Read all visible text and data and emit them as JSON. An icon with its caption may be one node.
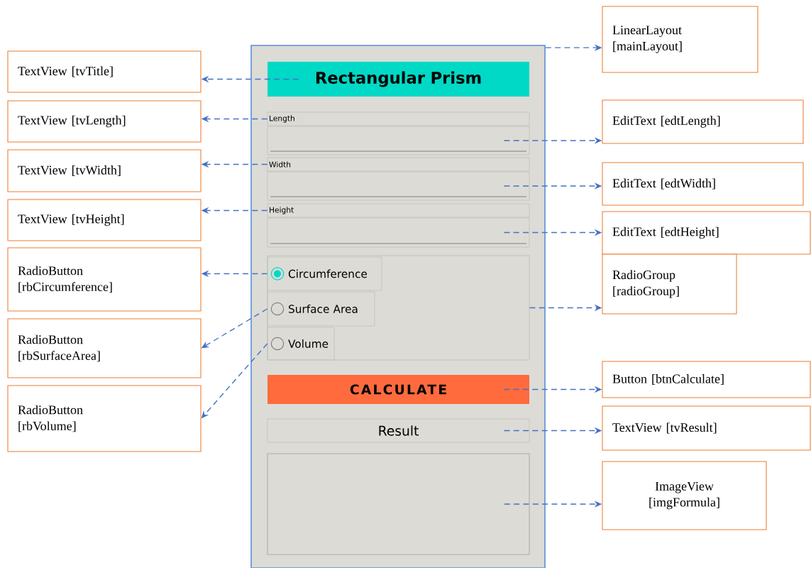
{
  "diagram": {
    "nodes": [
      {
        "text": [],
        "shape": "box"
      },
      {
        "text": [
          "Rectangular Prism"
        ],
        "in": 0
      },
      {
        "text": [
          "Length"
        ],
        "in": 0
      },
      {
        "text": [],
        "shape": "box",
        "in": 0
      },
      {
        "text": [
          "Width"
        ],
        "in": 0
      },
      {
        "text": [],
        "shape": "box",
        "in": 0
      },
      {
        "text": [
          "Height"
        ],
        "in": 0
      },
      {
        "text": [],
        "shape": "box",
        "in": 0
      },
      {
        "text": [],
        "shape": "box",
        "in": 0
      },
      {
        "text": [
          "Circumference"
        ],
        "in": 8
      },
      {
        "text": [
          "Surface Area"
        ],
        "in": 8
      },
      {
        "text": [
          "Volume"
        ],
        "in": 8
      },
      {
        "text": [
          "CALCULATE"
        ],
        "in": 0
      },
      {
        "text": [
          "Result"
        ],
        "in": 0
      },
      {
        "text": [],
        "shape": "box",
        "in": 0
      },
      {
        "text": [
          "TextView [tvTitle]"
        ]
      },
      {
        "text": [
          "TextView [tvLength]"
        ]
      },
      {
        "text": [
          "TextView [tvWidth]"
        ]
      },
      {
        "text": [
          "TextView [tvHeight]"
        ]
      },
      {
        "text": [
          "RadioButton [rbCircumference]"
        ]
      },
      {
        "text": [
          "RadioButton [rbSurfaceArea]"
        ]
      },
      {
        "text": [
          "RadioButton [rbVolume]"
        ]
      },
      {
        "text": [
          "LinearLayout [mainLayout]"
        ]
      },
      {
        "text": [
          "EditText [edtLength]"
        ]
      },
      {
        "text": [
          "EditText [edtWidth]"
        ]
      },
      {
        "text": [
          "EditText [edtHeight]"
        ]
      },
      {
        "text": [
          "RadioGroup [radioGroup]"
        ]
      },
      {
        "text": [
          "Button [btnCalculate]"
        ]
      },
      {
        "text": [
          "TextView [tvResult]"
        ]
      },
      {
        "text": [
          "ImageView [imgFormula]"
        ]
      }
    ],
    "edges": [
      {
        "from": 1,
        "to": 15,
        "arrow": "to",
        "style": "dashed"
      },
      {
        "from": 2,
        "to": 16,
        "arrow": "to",
        "style": "dashed"
      },
      {
        "from": 4,
        "to": 17,
        "arrow": "to",
        "style": "dashed"
      },
      {
        "from": 6,
        "to": 18,
        "arrow": "to",
        "style": "dashed"
      },
      {
        "from": 9,
        "to": 19,
        "arrow": "to",
        "style": "dashed"
      },
      {
        "from": 10,
        "to": 20,
        "arrow": "to",
        "style": "dashed"
      },
      {
        "from": 11,
        "to": 21,
        "arrow": "to",
        "style": "dashed"
      },
      {
        "from": 0,
        "to": 22,
        "arrow": "to",
        "style": "dashed"
      },
      {
        "from": 3,
        "to": 23,
        "arrow": "to",
        "style": "dashed"
      },
      {
        "from": 5,
        "to": 24,
        "arrow": "to",
        "style": "dashed"
      },
      {
        "from": 7,
        "to": 25,
        "arrow": "to",
        "style": "dashed"
      },
      {
        "from": 8,
        "to": 26,
        "arrow": "to",
        "style": "dashed"
      },
      {
        "from": 12,
        "to": 27,
        "arrow": "to",
        "style": "dashed"
      },
      {
        "from": 13,
        "to": 28,
        "arrow": "to",
        "style": "dashed"
      },
      {
        "from": 14,
        "to": 29,
        "arrow": "to",
        "style": "dashed"
      }
    ]
  }
}
